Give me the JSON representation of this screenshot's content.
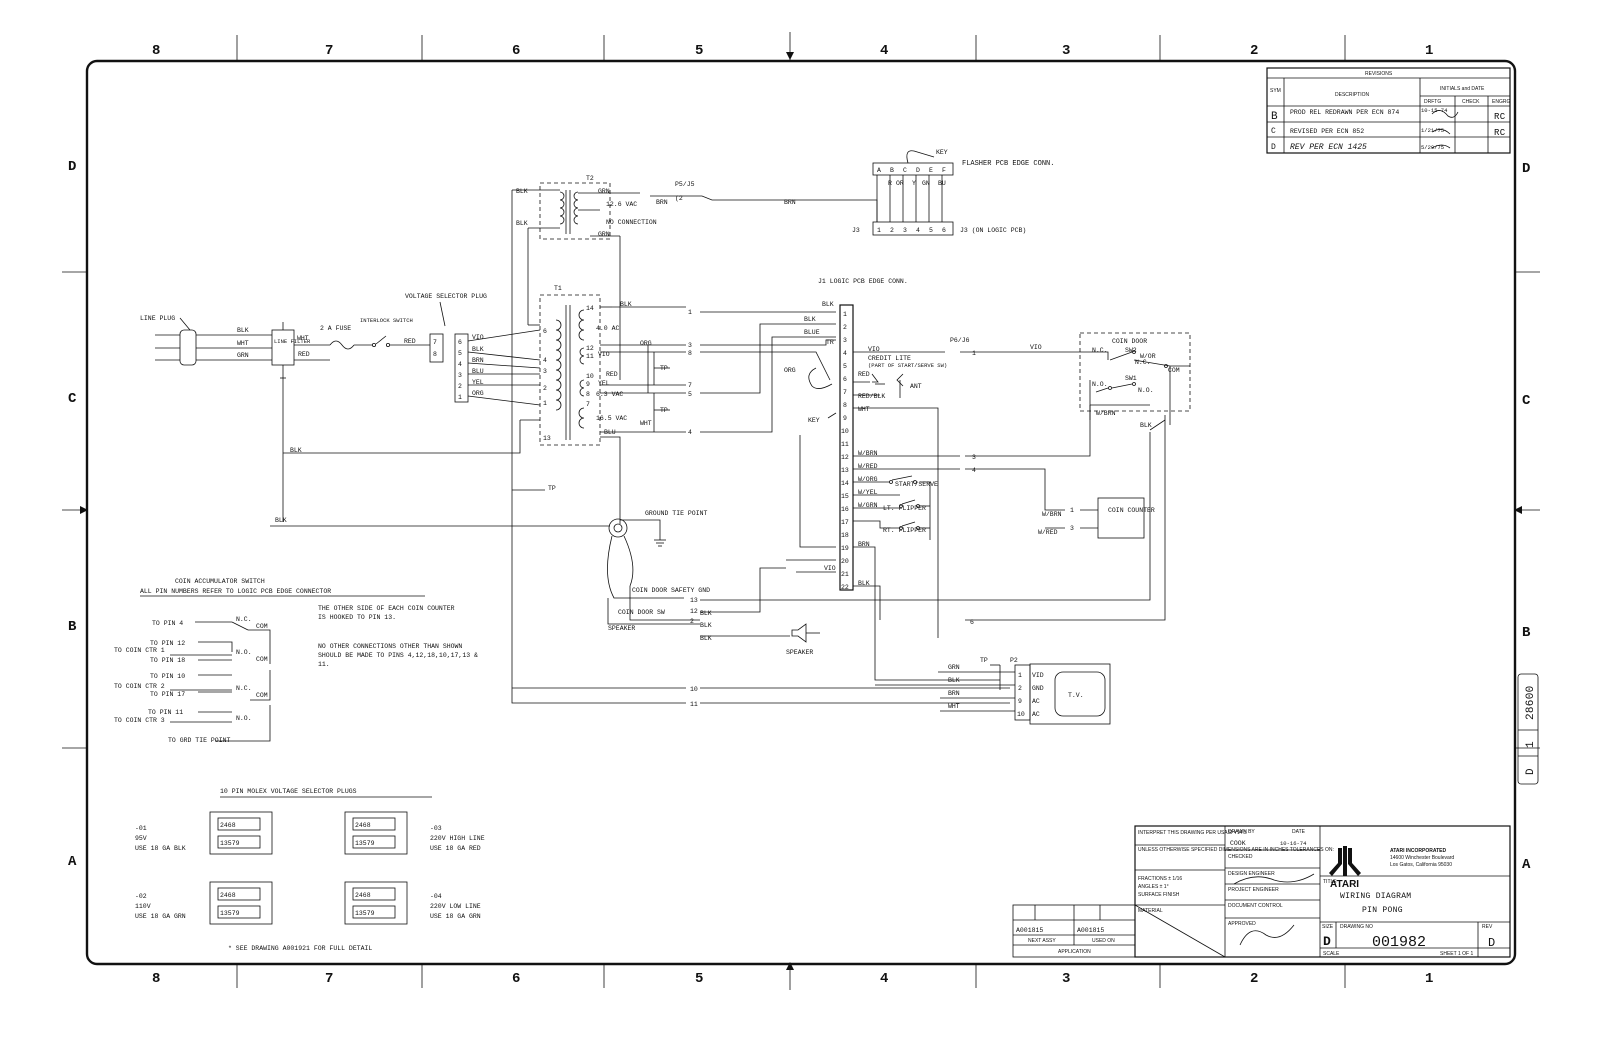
{
  "zones": {
    "columns": [
      "8",
      "7",
      "6",
      "5",
      "4",
      "3",
      "2",
      "1"
    ],
    "rows": [
      "D",
      "C",
      "B",
      "A"
    ]
  },
  "revisions": {
    "title": "REVISIONS",
    "headers": {
      "sym": "SYM",
      "description": "DESCRIPTION",
      "initials": "INITIALS and DATE",
      "drftg": "DRFTG",
      "check": "CHECK",
      "engrg": "ENGRG"
    },
    "rows": [
      {
        "sym": "B",
        "description": "PROD REL REDRAWN PER ECN 874",
        "date": "10-15-74"
      },
      {
        "sym": "C",
        "description": "REVISED PER ECN 852",
        "date": "1/21/75"
      },
      {
        "sym": "D",
        "description": "REV PER ECN 1425",
        "date": "5/20/75"
      }
    ]
  },
  "flasher": {
    "key": "KEY",
    "pins_top": [
      "A",
      "B",
      "C",
      "D",
      "E",
      "F"
    ],
    "wire_codes": [
      "R",
      "OR",
      "Y",
      "GN",
      "BU"
    ],
    "title": "FLASHER PCB EDGE CONN.",
    "pins_bottom": [
      "1",
      "2",
      "3",
      "4",
      "5",
      "6"
    ],
    "j3_left": "J3",
    "j3_right": "J3 (ON LOGIC PCB)"
  },
  "t2": {
    "label": "T2",
    "blk1": "BLK",
    "blk2": "BLK",
    "grn1": "GRN",
    "grn2": "GRN",
    "vac": "12.6 VAC",
    "no_conn": "NO CONNECTION",
    "p5j5": "P5/J5",
    "brn1": "BRN",
    "brn2": "BRN",
    "pin": "(2"
  },
  "line_section": {
    "line_plug": "LINE PLUG",
    "line_filter": "LINE FILTER",
    "blk": "BLK",
    "wht": "WHT",
    "grn": "GRN",
    "fuse": "2 A FUSE",
    "interlock": "INTERLOCK SWITCH",
    "red": "RED",
    "wht2": "WHT",
    "blk_long": "BLK",
    "blk_ground": "BLK"
  },
  "voltage_selector": {
    "label": "VOLTAGE SELECTOR PLUG",
    "left_pins": [
      "7",
      "8"
    ],
    "right_pins": [
      "6",
      "5",
      "4",
      "3",
      "2",
      "1"
    ],
    "wires": [
      "VIO",
      "BLK",
      "BRN",
      "BLU",
      "YEL",
      "ORG"
    ]
  },
  "t1": {
    "label": "T1",
    "pins_left": [
      "6",
      "4",
      "3",
      "2",
      "1",
      "13"
    ],
    "pins_right": [
      "14",
      "12",
      "11",
      "10",
      "9",
      "8",
      "7"
    ],
    "blk": "BLK",
    "org": "ORG",
    "vio": "VIO",
    "red": "RED",
    "yel": "YEL",
    "vac1": "6.3 VAC",
    "vac2": "16.5 VAC",
    "rac": "4.0 AC",
    "blu": "BLU",
    "wht": "WHT",
    "gnd_lbl": "TP"
  },
  "j1": {
    "title": "J1 LOGIC PCB EDGE CONN.",
    "pins": [
      "1",
      "2",
      "3",
      "4",
      "5",
      "6",
      "7",
      "8",
      "9",
      "10",
      "11",
      "12",
      "13",
      "14",
      "15",
      "16",
      "17",
      "18",
      "19",
      "20",
      "21",
      "22"
    ],
    "left_wires": {
      "blk": "BLK",
      "blk2": "BLK",
      "blue": "BLUE",
      "org": "ORG",
      "key": "KEY",
      "tr": "TR"
    },
    "right_labels": {
      "vio": "VIO",
      "credit": "CREDIT LITE",
      "credit_sub": "(PART OF START/SERVE SW)",
      "red": "RED",
      "red_blk": "RED/BLK",
      "ant": "ANT",
      "wht": "WHT",
      "w_brn": "W/BRN",
      "w_red": "W/RED",
      "w_org": "W/ORG",
      "w_yel": "W/YEL",
      "w_grn": "W/GRN",
      "start": "START/SERVE",
      "lt": "LT. FLIPPER",
      "rt": "RT. FLIPPER",
      "brn": "BRN",
      "vio2": "VIO",
      "blk": "BLK"
    }
  },
  "tp_label": "TP",
  "connectors": {
    "p6j6": "P6/J6",
    "vio": "VIO",
    "n1": "1",
    "n2": "2",
    "n3": "3",
    "n4": "4",
    "n5": "5",
    "n6": "6",
    "n7": "7",
    "n8": "8",
    "n9": "9",
    "n10": "10",
    "n11": "11",
    "n12": "12",
    "n13": "13"
  },
  "coin_door": {
    "title": "COIN DOOR",
    "nc": "N.C.",
    "no": "N.O.",
    "sw2": "SW2",
    "sw1": "SW1",
    "w_or": "W/OR",
    "com": "COM",
    "w_brn": "W/BRN",
    "blk": "BLK"
  },
  "coin_counter": {
    "title": "COIN COUNTER",
    "w_brn": "W/BRN",
    "w_red": "W/RED"
  },
  "ground": {
    "label": "GROUND TIE POINT"
  },
  "lower": {
    "coin_door_safety": "COIN DOOR SAFETY GND",
    "coin_door_sw": "COIN DOOR SW",
    "speaker_lbl": "SPEAKER",
    "speaker": "SPEAKER",
    "blk": "BLK"
  },
  "tv": {
    "p2": "P2",
    "tp": "TP",
    "label": "T.V.",
    "pins": [
      "1",
      "2",
      "9",
      "10"
    ],
    "pin_names": [
      "VID",
      "GND",
      "AC",
      "AC"
    ],
    "wires": [
      "GRN",
      "BLK",
      "BRN",
      "WHT"
    ]
  },
  "notes": {
    "title1": "COIN ACCUMULATOR SWITCH",
    "title2": "ALL PIN NUMBERS REFER TO LOGIC PCB EDGE CONNECTOR",
    "pins": [
      "TO PIN 4",
      "TO PIN 12",
      "TO COIN CTR 1",
      "TO PIN 18",
      "TO PIN 10",
      "TO COIN CTR 2",
      "TO PIN 17",
      "TO PIN 11",
      "TO COIN CTR 3",
      "TO GRD TIE POINT"
    ],
    "nc": "N.C.",
    "no": "N.O.",
    "com": "COM",
    "text1": "THE OTHER SIDE OF EACH COIN COUNTER IS HOOKED TO PIN 13.",
    "text2": "NO OTHER CONNECTIONS OTHER THAN SHOWN SHOULD BE MADE TO PINS 4,12,18,10,17,13 & 11."
  },
  "molex": {
    "title": "10 PIN MOLEX VOLTAGE SELECTOR PLUGS",
    "plugs": [
      {
        "code": "-01",
        "volts": "95V",
        "use": "USE 18 GA BLK",
        "top": "2468",
        "bottom": "13579"
      },
      {
        "code": "-02",
        "volts": "110V",
        "use": "USE 18 GA GRN",
        "top": "2468",
        "bottom": "13579"
      },
      {
        "code": "-03",
        "volts": "220V HIGH LINE",
        "use": "USE 18 GA RED",
        "top": "2468",
        "bottom": "13579"
      },
      {
        "code": "-04",
        "volts": "220V LOW LINE",
        "use": "USE 18 GA GRN",
        "top": "2468",
        "bottom": "13579"
      }
    ],
    "footnote": "* SEE DRAWING A001921 FOR FULL DETAIL"
  },
  "application": {
    "items": [
      "A001815",
      "A001815"
    ],
    "next_assy": "NEXT ASSY",
    "used_on": "USED ON",
    "title": "APPLICATION"
  },
  "title_block": {
    "interpret": "INTERPRET THIS DRAWING PER USASI Y14.5",
    "unless": "UNLESS OTHERWISE SPECIFIED DIMENSIONS ARE IN INCHES TOLERANCES ON:",
    "fractions": "FRACTIONS ± 1/16",
    "angles": "ANGLES ± 1°",
    "surface": "SURFACE FINISH",
    "material": "MATERIAL",
    "drawn_by_lbl": "DRAWN BY",
    "drawn_by": "COOK",
    "date_lbl": "DATE",
    "date": "10-16-74",
    "checked": "CHECKED",
    "design_engineer": "DESIGN ENGINEER",
    "project_engineer": "PROJECT ENGINEER",
    "doc_control": "DOCUMENT CONTROL",
    "approved": "APPROVED",
    "company": "ATARI INCORPORATED",
    "address1": "14600 Winchester Boulevard",
    "address2": "Los Gatos, California 95030",
    "logo": "ATARI",
    "title_lbl": "TITLE",
    "title1": "WIRING DIAGRAM",
    "title2": "PIN PONG",
    "size_lbl": "SIZE",
    "size": "D",
    "drawing_no_lbl": "DRAWING NO",
    "drawing_no": "001982",
    "rev_lbl": "REV",
    "rev": "D",
    "scale": "SCALE",
    "sheet": "SHEET 1 OF 1"
  },
  "side_stamp": {
    "number": "28600",
    "rev": "D",
    "qty": "1"
  }
}
